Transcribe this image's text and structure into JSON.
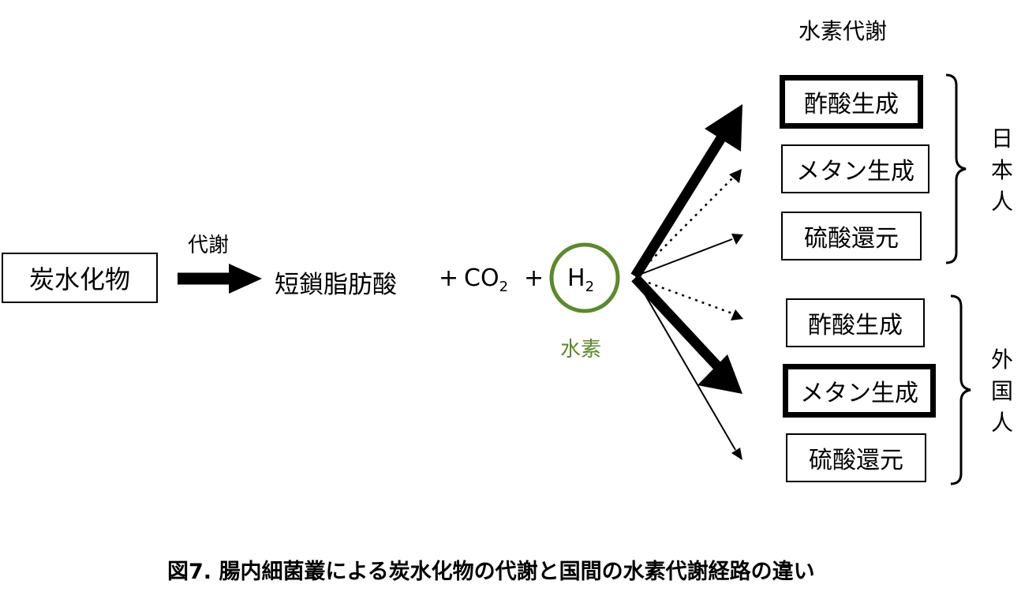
{
  "header": {
    "title": "水素代謝"
  },
  "source": {
    "label": "炭水化物"
  },
  "metabolism_arrow": {
    "label": "代謝"
  },
  "products": {
    "scfa": "短鎖脂肪酸",
    "plus1": "+",
    "co2_base": "CO",
    "co2_sub": "2",
    "plus2": "+",
    "h2_base": "H",
    "h2_sub": "2",
    "h2_caption": "水素"
  },
  "groups": {
    "japanese": {
      "label_chars": [
        "日",
        "本",
        "人"
      ],
      "boxes": [
        {
          "text": "酢酸生成",
          "emphasis": true
        },
        {
          "text": "メタン生成",
          "emphasis": false
        },
        {
          "text": "硫酸還元",
          "emphasis": false
        }
      ]
    },
    "foreign": {
      "label_chars": [
        "外",
        "国",
        "人"
      ],
      "boxes": [
        {
          "text": "酢酸生成",
          "emphasis": false
        },
        {
          "text": "メタン生成",
          "emphasis": true
        },
        {
          "text": "硫酸還元",
          "emphasis": false
        }
      ]
    }
  },
  "colors": {
    "hydrogen": "#5a8a2a",
    "line": "#000000"
  },
  "caption": "図7. 腸内細菌叢による炭水化物の代謝と国間の水素代謝経路の違い"
}
